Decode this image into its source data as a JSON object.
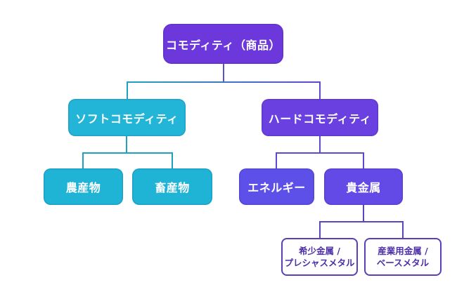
{
  "diagram": {
    "title": "Commodity classification tree",
    "nodes": {
      "root": {
        "label": "コモディティ（商品）"
      },
      "soft": {
        "label": "ソフトコモディティ"
      },
      "hard": {
        "label": "ハードコモディティ"
      },
      "agri": {
        "label": "農産物"
      },
      "livestock": {
        "label": "畜産物"
      },
      "energy": {
        "label": "エネルギー"
      },
      "precious": {
        "label": "貴金属"
      },
      "rare": {
        "line1": "希少金属 /",
        "line2": "プレシャスメタル"
      },
      "industrial": {
        "line1": "産業用金属 /",
        "line2": "ベースメタル"
      }
    },
    "colors": {
      "root_fill": "#6C38DC",
      "hard_fill": "#6A40E0",
      "energy_fill": "#5C50E8",
      "precious_fill": "#6349E5",
      "soft_fill": "#22B5D8",
      "cyan_fill": "#1FB3D6",
      "teal_line": "#1FA2C2",
      "purple_line": "#5F48CE",
      "center_line": "#5A52C8",
      "bottom_line": "#5C43C0",
      "outline_border": "#5B3EB8",
      "outline_text": "#4D2FA6",
      "text_on_fill": "#FFFFFF",
      "background": "#FFFFFF"
    }
  }
}
